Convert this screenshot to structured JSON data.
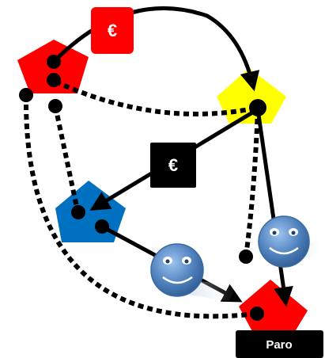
{
  "diagram": {
    "colors": {
      "red": "#ff0000",
      "yellow": "#ffff00",
      "blue": "#0070c0",
      "black": "#000000",
      "label_red": "#ff0000",
      "label_black": "#000000",
      "face": "#4f81bd"
    },
    "nodes": [
      {
        "id": "red-top",
        "shape": "pentagon",
        "color": "red"
      },
      {
        "id": "yellow",
        "shape": "pentagon",
        "color": "yellow"
      },
      {
        "id": "blue",
        "shape": "pentagon",
        "color": "blue"
      },
      {
        "id": "red-bottom",
        "shape": "pentagon",
        "color": "red"
      }
    ],
    "labels": {
      "euro_top": "€",
      "euro_mid": "€",
      "paro": "Paro"
    },
    "icons": [
      "smiley-face-icon",
      "smiley-face-icon"
    ],
    "edges": [
      {
        "from": "red-top",
        "to": "yellow",
        "style": "solid",
        "arrow": true
      },
      {
        "from": "yellow",
        "to": "blue",
        "style": "solid",
        "arrow": true
      },
      {
        "from": "yellow",
        "to": "red-bottom",
        "style": "solid",
        "arrow": true
      },
      {
        "from": "blue",
        "to": "red-bottom",
        "style": "solid",
        "arrow": true
      },
      {
        "from": "red-top",
        "to": "yellow",
        "style": "dotted",
        "arrow": false
      },
      {
        "from": "red-top",
        "to": "blue",
        "style": "dotted",
        "arrow": false
      },
      {
        "from": "red-top",
        "to": "red-bottom",
        "style": "dotted",
        "arrow": false
      },
      {
        "from": "yellow",
        "to": "red-bottom",
        "style": "dotted",
        "arrow": false
      }
    ]
  }
}
